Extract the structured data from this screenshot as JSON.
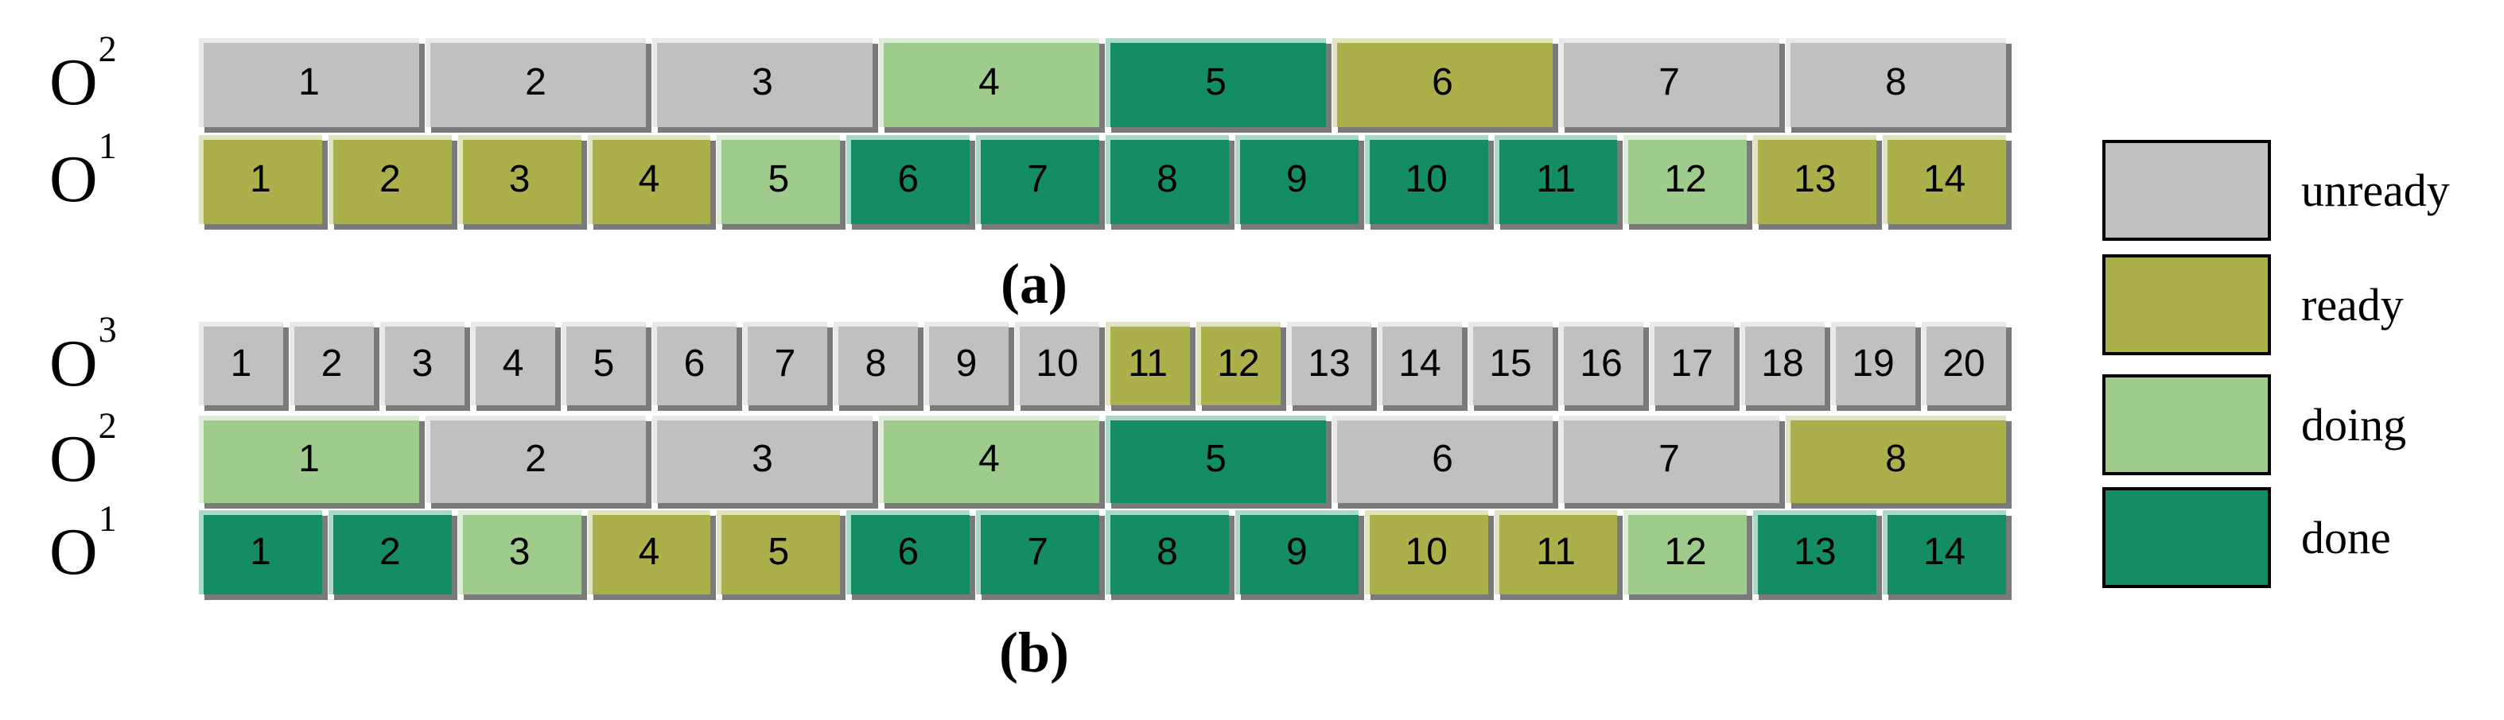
{
  "state_colors": {
    "unready": "#C0C0C0",
    "ready": "#ABB04B",
    "doing": "#9FCB8C",
    "done": "#148C66"
  },
  "panels": [
    {
      "id": "a",
      "caption": "(a)",
      "rows": [
        {
          "id": "a-o2",
          "label_base": "O",
          "label_sup": "2",
          "blocks": [
            {
              "n": "1",
              "state": "unready"
            },
            {
              "n": "2",
              "state": "unready"
            },
            {
              "n": "3",
              "state": "unready"
            },
            {
              "n": "4",
              "state": "doing"
            },
            {
              "n": "5",
              "state": "done"
            },
            {
              "n": "6",
              "state": "ready"
            },
            {
              "n": "7",
              "state": "unready"
            },
            {
              "n": "8",
              "state": "unready"
            }
          ]
        },
        {
          "id": "a-o1",
          "label_base": "O",
          "label_sup": "1",
          "blocks": [
            {
              "n": "1",
              "state": "ready"
            },
            {
              "n": "2",
              "state": "ready"
            },
            {
              "n": "3",
              "state": "ready"
            },
            {
              "n": "4",
              "state": "ready"
            },
            {
              "n": "5",
              "state": "doing"
            },
            {
              "n": "6",
              "state": "done"
            },
            {
              "n": "7",
              "state": "done"
            },
            {
              "n": "8",
              "state": "done"
            },
            {
              "n": "9",
              "state": "done"
            },
            {
              "n": "10",
              "state": "done"
            },
            {
              "n": "11",
              "state": "done"
            },
            {
              "n": "12",
              "state": "doing"
            },
            {
              "n": "13",
              "state": "ready"
            },
            {
              "n": "14",
              "state": "ready"
            }
          ]
        }
      ]
    },
    {
      "id": "b",
      "caption": "(b)",
      "rows": [
        {
          "id": "b-o3",
          "label_base": "O",
          "label_sup": "3",
          "blocks": [
            {
              "n": "1",
              "state": "unready"
            },
            {
              "n": "2",
              "state": "unready"
            },
            {
              "n": "3",
              "state": "unready"
            },
            {
              "n": "4",
              "state": "unready"
            },
            {
              "n": "5",
              "state": "unready"
            },
            {
              "n": "6",
              "state": "unready"
            },
            {
              "n": "7",
              "state": "unready"
            },
            {
              "n": "8",
              "state": "unready"
            },
            {
              "n": "9",
              "state": "unready"
            },
            {
              "n": "10",
              "state": "unready"
            },
            {
              "n": "11",
              "state": "ready"
            },
            {
              "n": "12",
              "state": "ready"
            },
            {
              "n": "13",
              "state": "unready"
            },
            {
              "n": "14",
              "state": "unready"
            },
            {
              "n": "15",
              "state": "unready"
            },
            {
              "n": "16",
              "state": "unready"
            },
            {
              "n": "17",
              "state": "unready"
            },
            {
              "n": "18",
              "state": "unready"
            },
            {
              "n": "19",
              "state": "unready"
            },
            {
              "n": "20",
              "state": "unready"
            }
          ]
        },
        {
          "id": "b-o2",
          "label_base": "O",
          "label_sup": "2",
          "blocks": [
            {
              "n": "1",
              "state": "doing"
            },
            {
              "n": "2",
              "state": "unready"
            },
            {
              "n": "3",
              "state": "unready"
            },
            {
              "n": "4",
              "state": "doing"
            },
            {
              "n": "5",
              "state": "done"
            },
            {
              "n": "6",
              "state": "unready"
            },
            {
              "n": "7",
              "state": "unready"
            },
            {
              "n": "8",
              "state": "ready"
            }
          ]
        },
        {
          "id": "b-o1",
          "label_base": "O",
          "label_sup": "1",
          "blocks": [
            {
              "n": "1",
              "state": "done"
            },
            {
              "n": "2",
              "state": "done"
            },
            {
              "n": "3",
              "state": "doing"
            },
            {
              "n": "4",
              "state": "ready"
            },
            {
              "n": "5",
              "state": "ready"
            },
            {
              "n": "6",
              "state": "done"
            },
            {
              "n": "7",
              "state": "done"
            },
            {
              "n": "8",
              "state": "done"
            },
            {
              "n": "9",
              "state": "done"
            },
            {
              "n": "10",
              "state": "ready"
            },
            {
              "n": "11",
              "state": "ready"
            },
            {
              "n": "12",
              "state": "doing"
            },
            {
              "n": "13",
              "state": "done"
            },
            {
              "n": "14",
              "state": "done"
            }
          ]
        }
      ]
    }
  ],
  "legend": {
    "items": [
      {
        "label": "unready",
        "state": "unready",
        "color": "#C0C0C0"
      },
      {
        "label": "ready",
        "state": "ready",
        "color": "#ABB04B"
      },
      {
        "label": "doing",
        "state": "doing",
        "color": "#9FCB8C"
      },
      {
        "label": "done",
        "state": "done",
        "color": "#148C66"
      }
    ]
  }
}
